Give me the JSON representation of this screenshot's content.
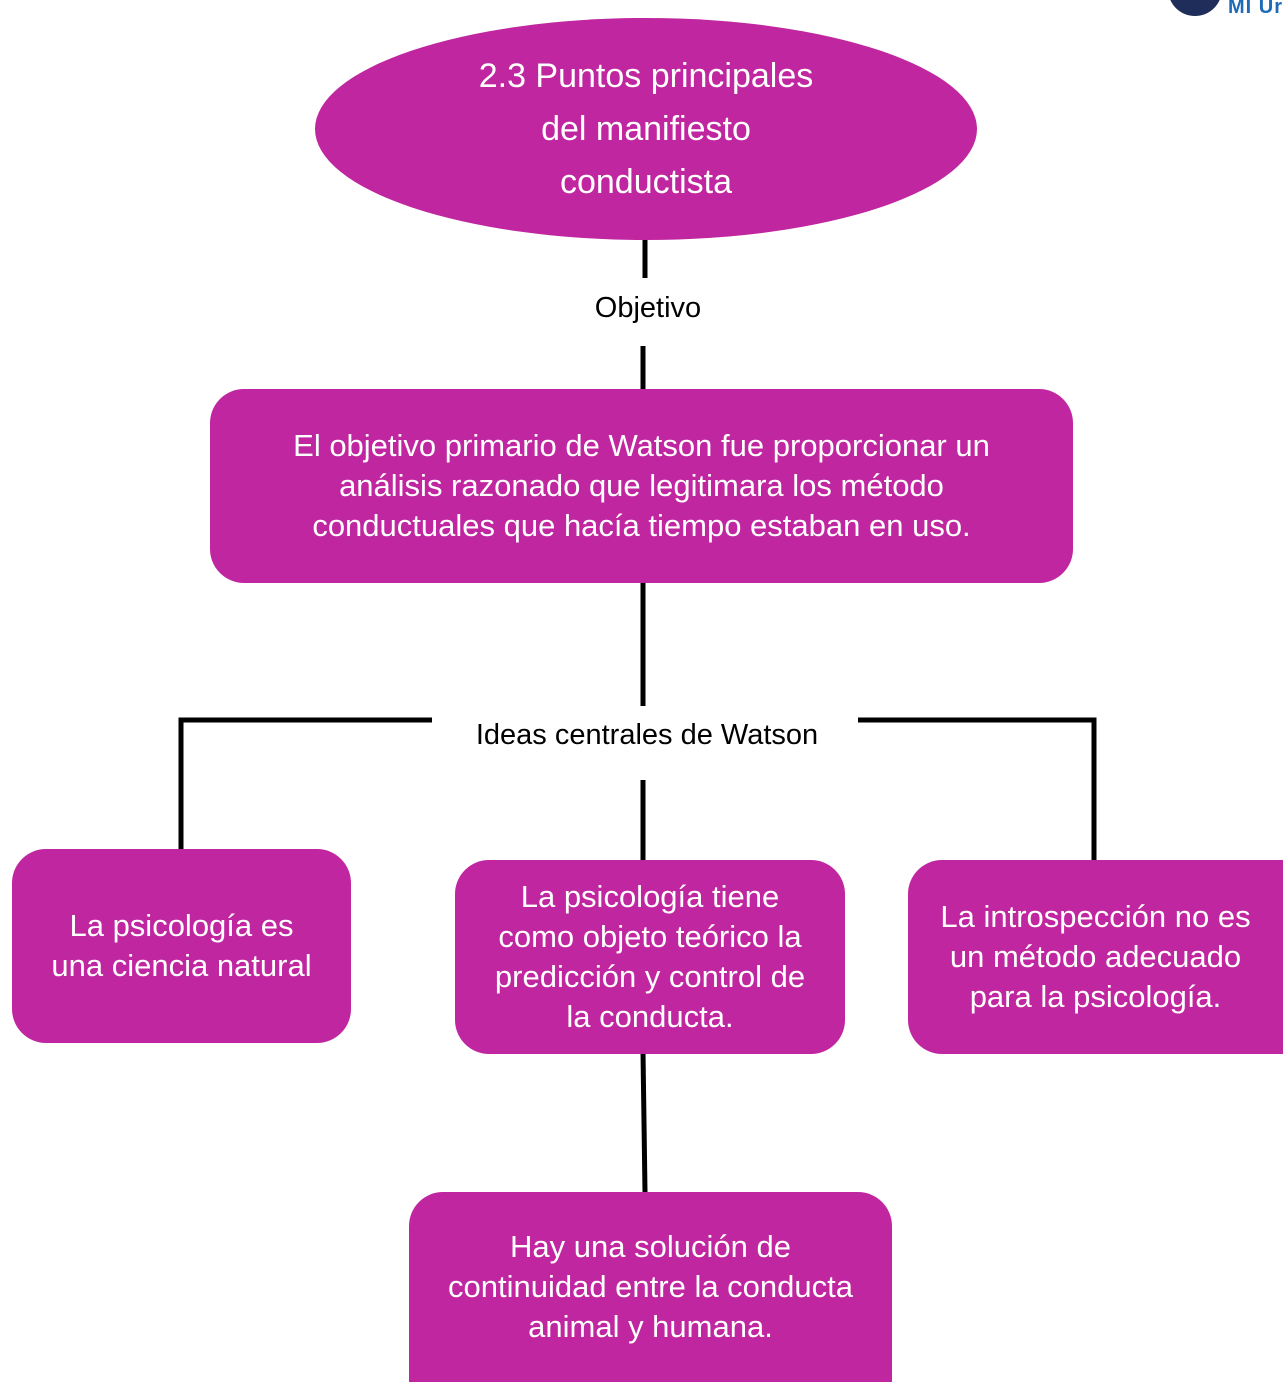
{
  "brand": {
    "logo_text": "MI Ur",
    "logo_color": "#1e6bb8",
    "mark_color": "#1f2d5a"
  },
  "colors": {
    "node_fill": "#c026a0",
    "node_text": "#ffffff",
    "line": "#000000"
  },
  "diagram": {
    "title": "2.3 Puntos principales\ndel manifiesto\nconductista",
    "label_objetivo": "Objetivo",
    "objective": "El objetivo primario de Watson fue proporcionar un\nanálisis razonado que legitimara los método\nconductuales que hacía tiempo estaban en uso.",
    "label_ideas": "Ideas centrales de Watson",
    "idea_left": "La psicología es\nuna ciencia natural",
    "idea_center": "La psicología tiene\ncomo objeto teórico la\npredicción y control de\nla conducta.",
    "idea_right": "La introspección no es\nun método adecuado\npara la psicología.",
    "idea_bottom": "Hay una solución de\ncontinuidad entre la conducta\nanimal y humana."
  }
}
